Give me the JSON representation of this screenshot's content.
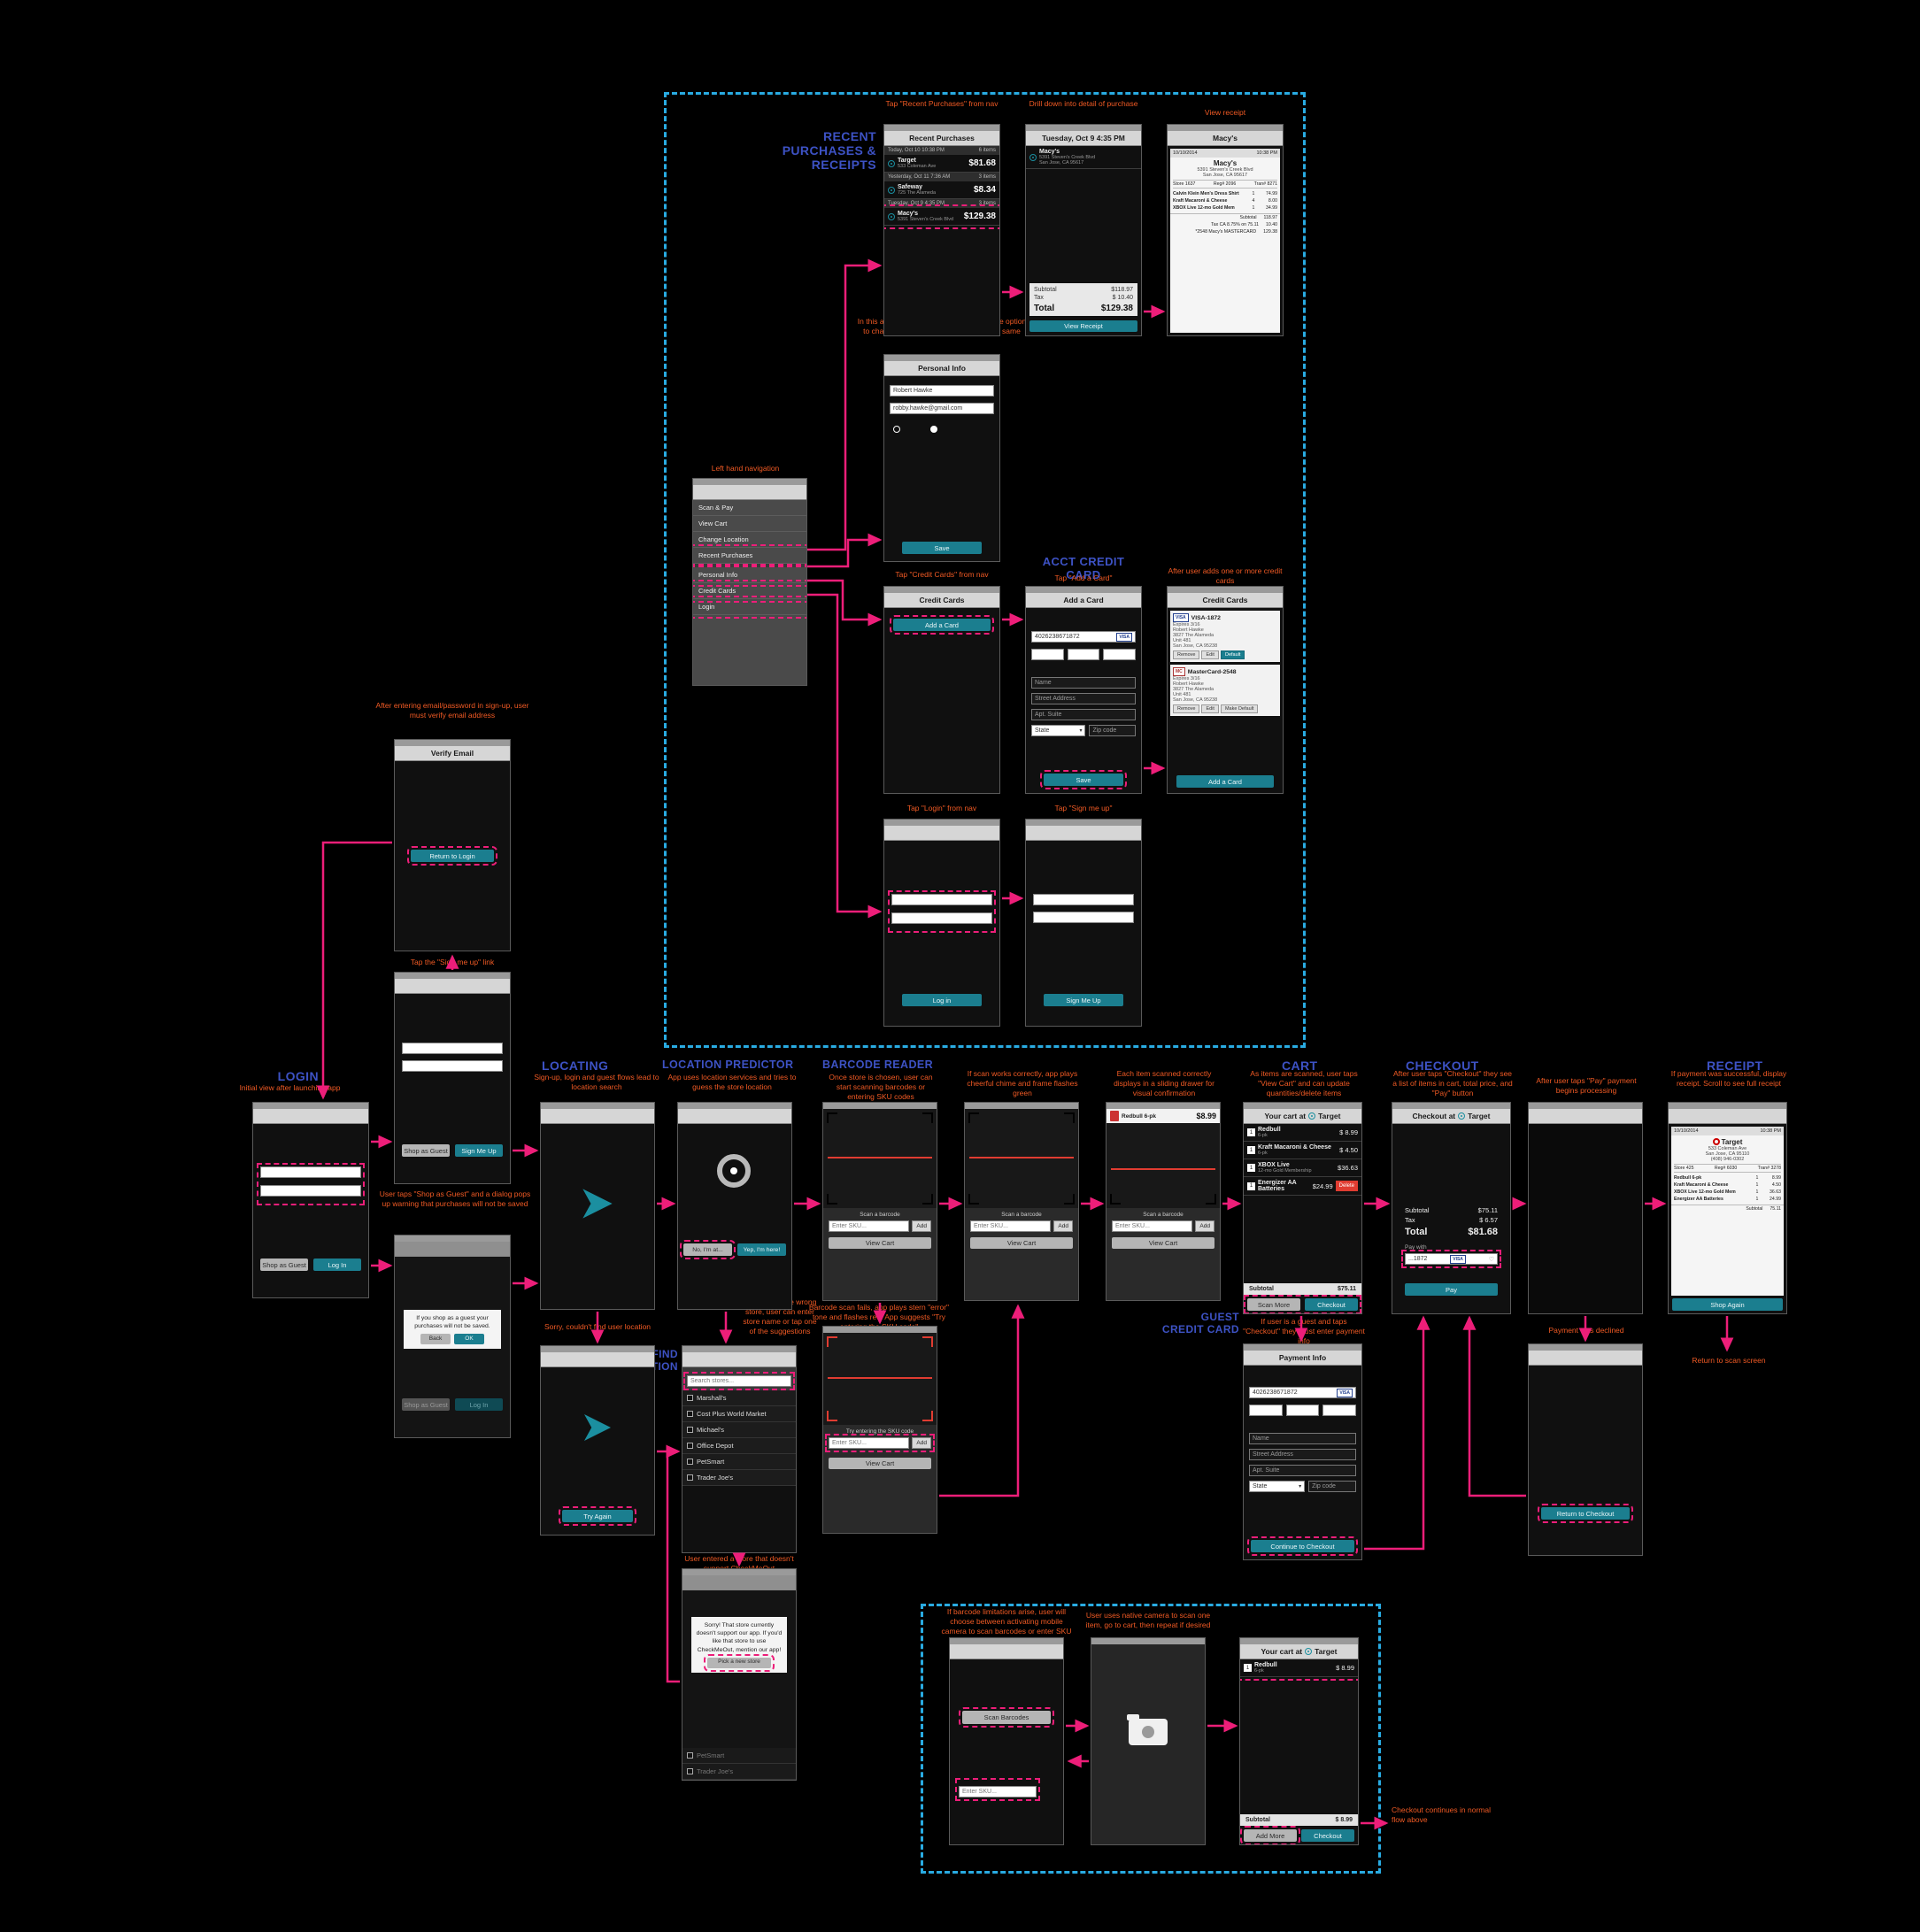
{
  "palette": {
    "teal": "#1b7e8f",
    "pink": "#ed1e79",
    "orange": "#f15a24",
    "title_blue": "#3d52c4",
    "group_blue": "#29abe2",
    "delete_red": "#e03c31"
  },
  "titles": {
    "recent": "RECENT PURCHASES & RECEIPTS",
    "acct_cc": "ACCT CREDIT CARD",
    "login": "LOGIN",
    "locating": "LOCATING",
    "predictor": "LOCATION PREDICTOR",
    "find_location": "FIND LOCATION",
    "barcode": "BARCODE READER",
    "cart": "CART",
    "checkout": "CHECKOUT",
    "receipt": "RECEIPT",
    "guest_cc": "GUEST CREDIT CARD"
  },
  "ann": {
    "recent_nav": "Tap \"Recent Purchases\" from nav",
    "drill": "Drill down into detail of purchase",
    "view_receipt": "View receipt",
    "left_nav": "Left hand navigation",
    "personal": "In this app, user enters in full name, has the option to change email, but user email stays the same",
    "cc_nav": "Tap \"Credit Cards\" from nav",
    "add_card": "Tap \"Add a Card\"",
    "cc_added": "After user adds one or more credit cards",
    "login_nav": "Tap \"Login\" from nav",
    "signup_nav": "Tap \"Sign me up\"",
    "verify": "After entering email/password in sign-up, user must verify email address",
    "signup_tap": "Tap the \"Sign me up\" link",
    "login_initial": "Initial view after launching app",
    "guest_warning": "User taps \"Shop as Guest\" and a dialog pops up warning that purchases will not be saved",
    "locating_flows": "Sign-up, login and guest flows lead to location search",
    "locating_fail": "Sorry, couldn't find user location",
    "predictor": "App uses location services and tries to guess the store location",
    "find_location": "If app picks the wrong store, user can enter store name or tap one of the suggestions",
    "not_supported": "User entered a store that doesn't support CheckMeOut",
    "barcode": "Once store is chosen, user can start scanning barcodes or entering SKU codes",
    "scan_ok": "If scan works correctly, app plays cheerful chime and frame flashes green",
    "scan_item": "Each item scanned correctly displays in a sliding drawer for visual confirmation",
    "scan_fail": "Barcode scan fails, app plays stern \"error\" tone and flashes red. App suggests \"Try entering the SKU code\"",
    "cart": "As items are scanned, user taps \"View Cart\" and can update quantities/delete items",
    "checkout": "After user taps \"Checkout\" they see a list of items in cart, total price, and \"Pay\" button",
    "processing": "After user taps \"Pay\" payment begins processing",
    "receipt": "If payment was successful, display receipt. Scroll to see full receipt",
    "return_scan": "Return to scan screen",
    "guest_cc": "If user is a guest and taps \"Checkout\" they must enter payment info",
    "declined": "Payment was declined",
    "bottom_choice": "If barcode limitations arise, user will choose between activating mobile camera to scan barcodes or enter SKU",
    "bottom_camera": "User uses native camera to scan one item, go to cart, then repeat if desired",
    "bottom_continue": "Checkout continues in normal flow above"
  },
  "screens": {
    "recentPurchases": {
      "header": "Recent Purchases",
      "groups": [
        {
          "date": "Today, Oct 10  10:38 PM",
          "count": "6 items",
          "store": "Target",
          "addr": "533 Coleman Ave",
          "total": "$81.68"
        },
        {
          "date": "Yesterday, Oct 11  7:36 AM",
          "count": "3 items",
          "store": "Safeway",
          "addr": "725 The Alameda",
          "total": "$8.34"
        },
        {
          "date": "Tuesday, Oct 9  4:35 PM",
          "count": "3 items",
          "store": "Macy's",
          "addr": "5391 Steven's Creek Blvd",
          "total": "$129.38"
        }
      ]
    },
    "purchaseDetail": {
      "header": "Tuesday, Oct 9  4:35 PM",
      "store": "Macy's",
      "addr1": "5391 Steven's Creek Blvd",
      "addr2": "San Jose, CA 95617",
      "subtotal_label": "Subtotal",
      "subtotal": "$118.97",
      "tax_label": "Tax",
      "tax": "$ 10.40",
      "total_label": "Total",
      "total": "$129.38",
      "button": "View Receipt"
    },
    "receiptMacys": {
      "header": "Macy's",
      "date": "10/10/2014",
      "time": "10:38 PM",
      "store": "Macy's",
      "addr1": "5391 Steven's Creek Blvd",
      "addr2": "San Jose, CA 95617",
      "meta_store": "Store 1637",
      "meta_reg": "Reg# 2096",
      "meta_tran": "Tran# 8271",
      "items": [
        {
          "name": "Calvin Klein Men's Dress Shirt",
          "qty": "1",
          "price": "74.99"
        },
        {
          "name": "Kraft Macaroni & Cheese",
          "qty": "4",
          "price": "8.00"
        },
        {
          "name": "XBOX Live 12-mo Gold Mem",
          "qty": "1",
          "price": "34.99"
        }
      ],
      "subtotal_label": "Subtotal",
      "subtotal": "118.97",
      "tax_line": "Tax CA 8.75% on 75.11",
      "tax": "10.40",
      "card_line": "*2548 Macy's MASTERCARD",
      "card_total": "129.38"
    },
    "navMenu": {
      "items_top": [
        "Scan & Pay",
        "View Cart",
        "Change Location",
        "Recent Purchases"
      ],
      "items_bottom": [
        "Personal Info",
        "Credit Cards",
        "Login"
      ]
    },
    "personalInfo": {
      "header": "Personal Info",
      "name": "Robert Hawke",
      "email": "robby.hawke@gmail.com",
      "save": "Save"
    },
    "creditCardsEmpty": {
      "header": "Credit Cards",
      "add_button": "Add a Card"
    },
    "addACard": {
      "header": "Add a Card",
      "card_number": "4026238671872",
      "visa": "VISA",
      "ph_name": "Name",
      "ph_street": "Street Address",
      "ph_apt": "Apt. Suite",
      "ph_state": "State",
      "ph_zip": "Zip code",
      "save": "Save"
    },
    "creditCardsList": {
      "header": "Credit Cards",
      "cards": [
        {
          "name": "VISA-1872",
          "badge": "VISA",
          "expires": "Expires 3/16",
          "holder": "Robert Hawke",
          "addr1": "3827 The Alameda",
          "addr2": "Unit 481",
          "addr3": "San Jose, CA 95238",
          "b1": "Remove",
          "b2": "Edit",
          "b3": "Default"
        },
        {
          "name": "MasterCard-2548",
          "badge": "MC",
          "expires": "Expires 3/16",
          "holder": "Robert Hawke",
          "addr1": "3827 The Alameda",
          "addr2": "Unit 481",
          "addr3": "San Jose, CA 95238",
          "b1": "Remove",
          "b2": "Edit",
          "b3": "Make Default"
        }
      ],
      "add_button": "Add a Card"
    },
    "loginNav": {
      "header": "",
      "button": "Log in"
    },
    "signMeUpNav": {
      "header": "",
      "button": "Sign Me Up"
    },
    "verifyEmail": {
      "header": "Verify Email",
      "button": "Return to Login"
    },
    "signUpScreen": {
      "guest": "Shop as Guest",
      "signup": "Sign Me Up"
    },
    "loginScreen": {
      "guest": "Shop as Guest",
      "login": "Log In"
    },
    "guestWarning": {
      "message": "If you shop as a guest your purchases will not be saved.",
      "back": "Back",
      "ok": "OK",
      "guest": "Shop as Guest",
      "login": "Log In"
    },
    "locating1": {},
    "locatingRetry": {
      "button": "Try Again"
    },
    "predictor": {
      "no_btn": "No, I'm at...",
      "yes_btn": "Yep, I'm here!"
    },
    "findLocation": {
      "search_placeholder": "Search stores...",
      "stores": [
        "Marshall's",
        "Cost Plus World Market",
        "Michael's",
        "Office Depot",
        "PetSmart",
        "Trader Joe's"
      ]
    },
    "storeNotSupported": {
      "message": "Sorry! That store currently doesn't support our app. If you'd like that store to use CheckMeOut, mention our app!",
      "button": "Pick a new store",
      "stores": [
        "PetSmart",
        "Trader Joe's"
      ]
    },
    "barcode1": {
      "label": "Scan a barcode",
      "sku_placeholder": "Enter SKU...",
      "add": "Add",
      "view_cart": "View Cart"
    },
    "barcode2": {
      "label": "Scan a barcode",
      "sku_placeholder": "Enter SKU...",
      "add": "Add",
      "view_cart": "View Cart"
    },
    "barcode3": {
      "label": "Scan a barcode",
      "sku_placeholder": "Enter SKU...",
      "add": "Add",
      "view_cart": "View Cart",
      "item_name": "Redbull 6-pk",
      "item_price": "$8.99"
    },
    "skuEntry": {
      "label": "Try entering the SKU code",
      "sku_placeholder": "Enter SKU...",
      "add": "Add",
      "view_cart": "View Cart"
    },
    "cart": {
      "header_prefix": "Your cart at",
      "store": "Target",
      "items": [
        {
          "qty": "1",
          "name": "Redbull",
          "sub": "6-pk",
          "price": "$ 8.99"
        },
        {
          "qty": "1",
          "name": "Kraft Macaroni & Cheese",
          "sub": "6-pk",
          "price": "$ 4.50"
        },
        {
          "qty": "1",
          "name": "XBOX Live",
          "sub": "12-mo Gold Membership",
          "price": "$36.63"
        },
        {
          "qty": "1",
          "name": "Energizer AA Batteries",
          "sub": "",
          "price": "$24.99",
          "delete": "Delete"
        }
      ],
      "subtotal_label": "Subtotal",
      "subtotal": "$75.11",
      "scan_more": "Scan More",
      "checkout": "Checkout"
    },
    "checkout": {
      "header_prefix": "Checkout at",
      "store": "Target",
      "subtotal_label": "Subtotal",
      "subtotal": "$75.11",
      "tax_label": "Tax",
      "tax": "$ 6.57",
      "total_label": "Total",
      "total": "$81.68",
      "pay_with": "Pay with",
      "card": "...1872",
      "visa": "VISA",
      "pay": "Pay"
    },
    "processing": {},
    "receiptTarget": {
      "date": "10/10/2014",
      "time": "10:38 PM",
      "store": "Target",
      "addr1": "533 Coleman Ave",
      "addr2": "San Jose, CA 95110",
      "addr3": "(408) 946-0302",
      "meta_store": "Store 425",
      "meta_reg": "Reg# 6030",
      "meta_tran": "Tran# 3278",
      "items": [
        {
          "name": "Redbull 6-pk",
          "qty": "1",
          "price": "8.99"
        },
        {
          "name": "Kraft Macaroni & Cheese",
          "qty": "1",
          "price": "4.50"
        },
        {
          "name": "XBOX Live 12-mo Gold Mem",
          "qty": "1",
          "price": "36.63"
        },
        {
          "name": "Energizer AA Batteries",
          "qty": "1",
          "price": "24.99"
        }
      ],
      "subtotal_label": "Subtotal",
      "subtotal": "75.11",
      "button": "Shop Again"
    },
    "guestPayment": {
      "header": "Payment Info",
      "card_number": "4026238671872",
      "visa": "VISA",
      "ph_name": "Name",
      "ph_street": "Street Address",
      "ph_apt": "Apt. Suite",
      "ph_state": "State",
      "ph_zip": "Zip code",
      "button": "Continue to Checkout"
    },
    "declined": {
      "button": "Return to Checkout"
    },
    "scanBarcodes": {
      "button": "Scan Barcodes",
      "sku_placeholder": "Enter SKU..."
    },
    "camera": {},
    "cartMini": {
      "header_prefix": "Your cart at",
      "store": "Target",
      "item": {
        "qty": "1",
        "name": "Redbull",
        "sub": "6-pk",
        "price": "$ 8.99"
      },
      "subtotal_label": "Subtotal",
      "subtotal": "$ 8.99",
      "add_more": "Add More",
      "checkout": "Checkout"
    }
  }
}
